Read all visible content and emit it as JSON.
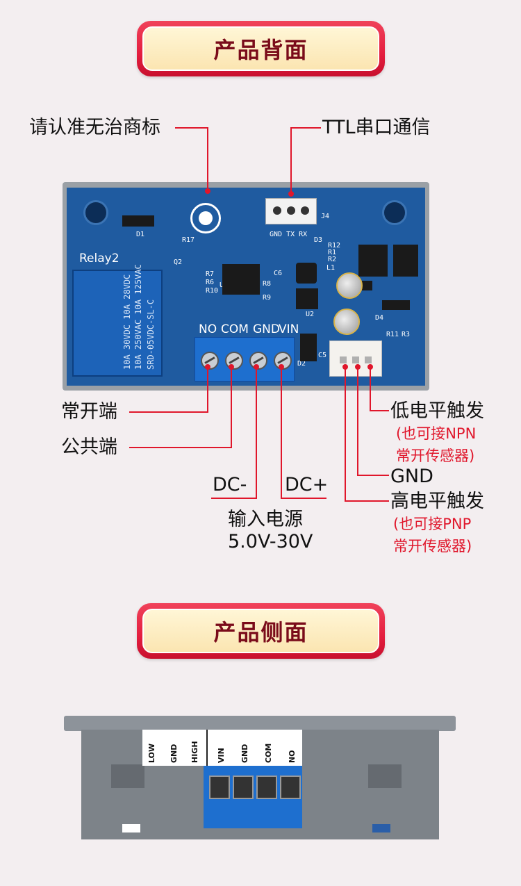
{
  "sections": {
    "back_title": "产品背面",
    "side_title": "产品侧面"
  },
  "callouts": {
    "trademark": "请认准无治商标",
    "ttl": "TTL串口通信",
    "no_terminal": "常开端",
    "com_terminal": "公共端",
    "dc_minus": "DC-",
    "dc_plus": "DC+",
    "power_title": "输入电源",
    "power_range": "5.0V-30V",
    "low_trigger": "低电平触发",
    "low_note_1": "(也可接NPN",
    "low_note_2": "常开传感器)",
    "gnd": "GND",
    "high_trigger": "高电平触发",
    "high_note_1": "(也可接PNP",
    "high_note_2": "常开传感器)"
  },
  "board": {
    "relay_label": "Relay2",
    "relay_lines": [
      "SRD-05VDC-SL-C",
      "10A 250VAC 10A 125VAC",
      "10A 30VDC 10A 28VDC"
    ],
    "terminal_labels": [
      "NO",
      "COM",
      "GND",
      "VIN"
    ],
    "serial_pins": "GND  TX  RX",
    "j4": "J4",
    "parts": [
      "D1",
      "R17",
      "Q2",
      "R7",
      "R6",
      "R10",
      "U1",
      "R8",
      "R9",
      "C6",
      "D3",
      "R12",
      "R1",
      "R2",
      "L1",
      "U2",
      "D4",
      "R11",
      "R3",
      "C5",
      "D2"
    ]
  },
  "side": {
    "input_labels": [
      "LOW",
      "GND",
      "HIGH"
    ],
    "terminal_labels": [
      "VIN",
      "GND",
      "COM",
      "NO"
    ]
  },
  "colors": {
    "accent": "#e0162b",
    "banner_red": "#e41e3f",
    "banner_cream": "#fbe5b1",
    "pcb_blue": "#1f5ba0"
  }
}
